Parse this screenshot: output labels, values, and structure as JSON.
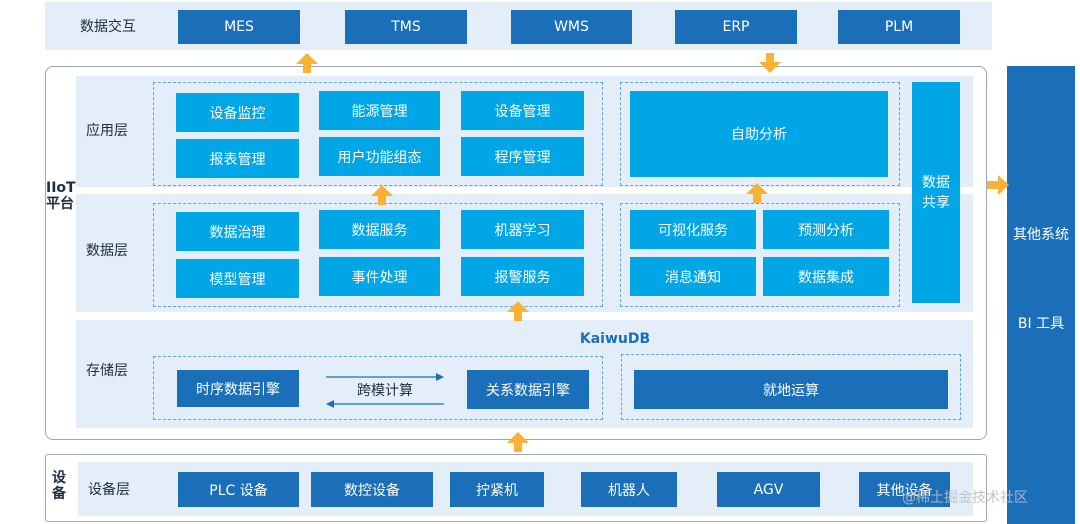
{
  "colors": {
    "dark_box": "#1b6fb8",
    "light_box": "#00a6e6",
    "band": "#e3eef8",
    "arrow": "#f9b233",
    "dashed": "#5aa8dc"
  },
  "exchange": {
    "label": "数据交互",
    "items": [
      "MES",
      "TMS",
      "WMS",
      "ERP",
      "PLM"
    ]
  },
  "platform": {
    "label": "IIoT\n平台"
  },
  "app_layer": {
    "label": "应用层",
    "items": [
      "设备监控",
      "能源管理",
      "设备管理",
      "报表管理",
      "用户功能组态",
      "程序管理"
    ],
    "self_analysis": "自助分析"
  },
  "data_share": "数据\n共享",
  "data_layer": {
    "label": "数据层",
    "left_items": [
      "数据治理",
      "数据服务",
      "机器学习",
      "模型管理",
      "事件处理",
      "报警服务"
    ],
    "right_items": [
      "可视化服务",
      "预测分析",
      "消息通知",
      "数据集成"
    ]
  },
  "storage_layer": {
    "label": "存储层",
    "db_name": "KaiwuDB",
    "tsdb": "时序数据引擎",
    "cross": "跨模计算",
    "rdb": "关系数据引擎",
    "edge": "就地运算"
  },
  "other": {
    "systems": "其他系统",
    "bi": "BI 工具"
  },
  "device": {
    "side_label": "设\n备",
    "label": "设备层",
    "items": [
      "PLC 设备",
      "数控设备",
      "拧紧机",
      "机器人",
      "AGV",
      "其他设备"
    ]
  },
  "watermark": "@稀土掘金技术社区"
}
